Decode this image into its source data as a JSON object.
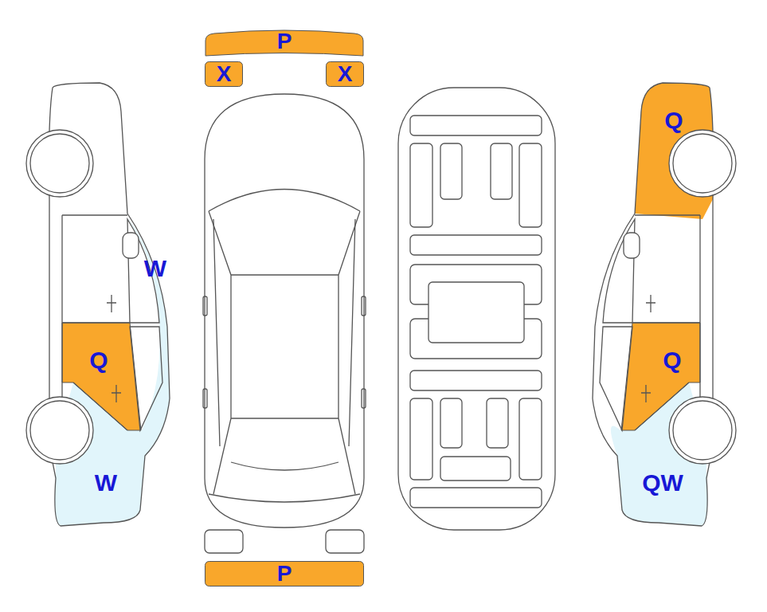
{
  "diagram": {
    "nodes": [
      {
        "text": [
          "P"
        ]
      },
      {
        "text": [
          "X"
        ]
      },
      {
        "text": [
          "X"
        ]
      },
      {
        "text": [
          "P"
        ]
      }
    ],
    "labels": [
      "W",
      "Q",
      "W",
      "Q",
      "Q",
      "QW"
    ]
  }
}
